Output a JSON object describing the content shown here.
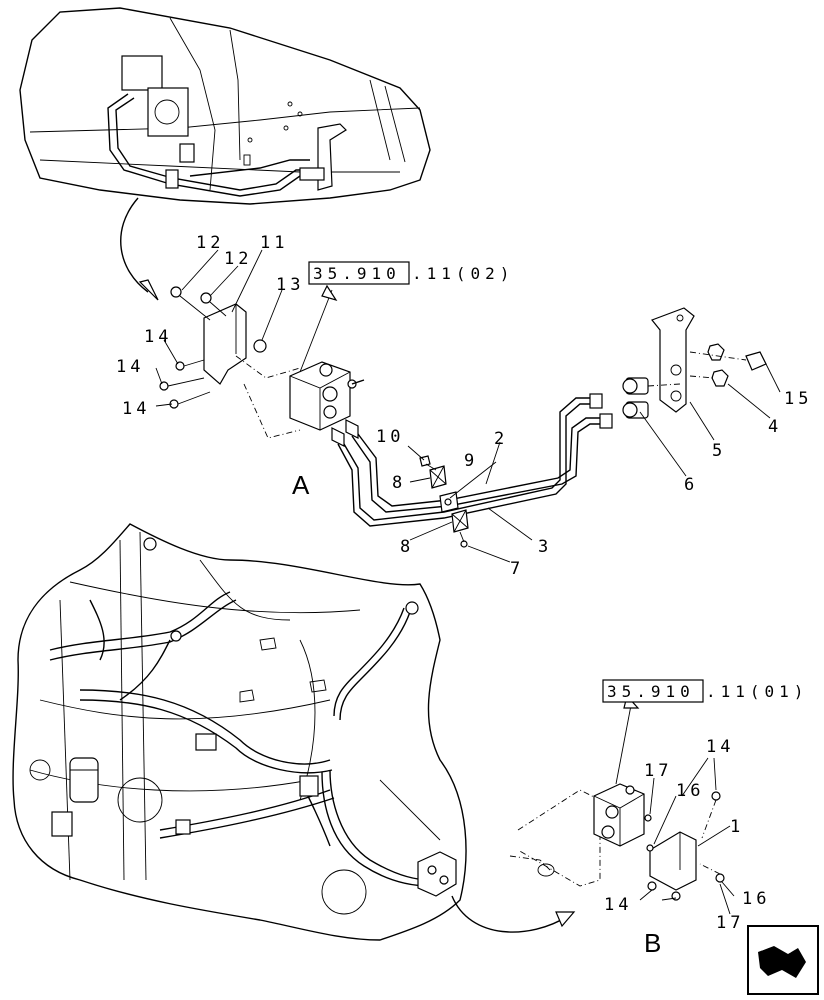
{
  "views": {
    "a": "A",
    "b": "B"
  },
  "references": {
    "a_box": "35.910",
    "a_suffix": ".11(02)",
    "b_box": "35.910",
    "b_suffix": ".11(01)"
  },
  "callouts": {
    "p1": "1",
    "p2": "2",
    "p3": "3",
    "p4": "4",
    "p5": "5",
    "p6": "6",
    "p7": "7",
    "p8a": "8",
    "p8b": "8",
    "p9": "9",
    "p10": "10",
    "p11": "11",
    "p12a": "12",
    "p12b": "12",
    "p13": "13",
    "p14a": "14",
    "p14b": "14",
    "p14c": "14",
    "p14d": "14",
    "p14e": "14",
    "p15": "15",
    "p16a": "16",
    "p16b": "16",
    "p17a": "17",
    "p17b": "17"
  },
  "nav_icon": "next-page-arrow-icon"
}
